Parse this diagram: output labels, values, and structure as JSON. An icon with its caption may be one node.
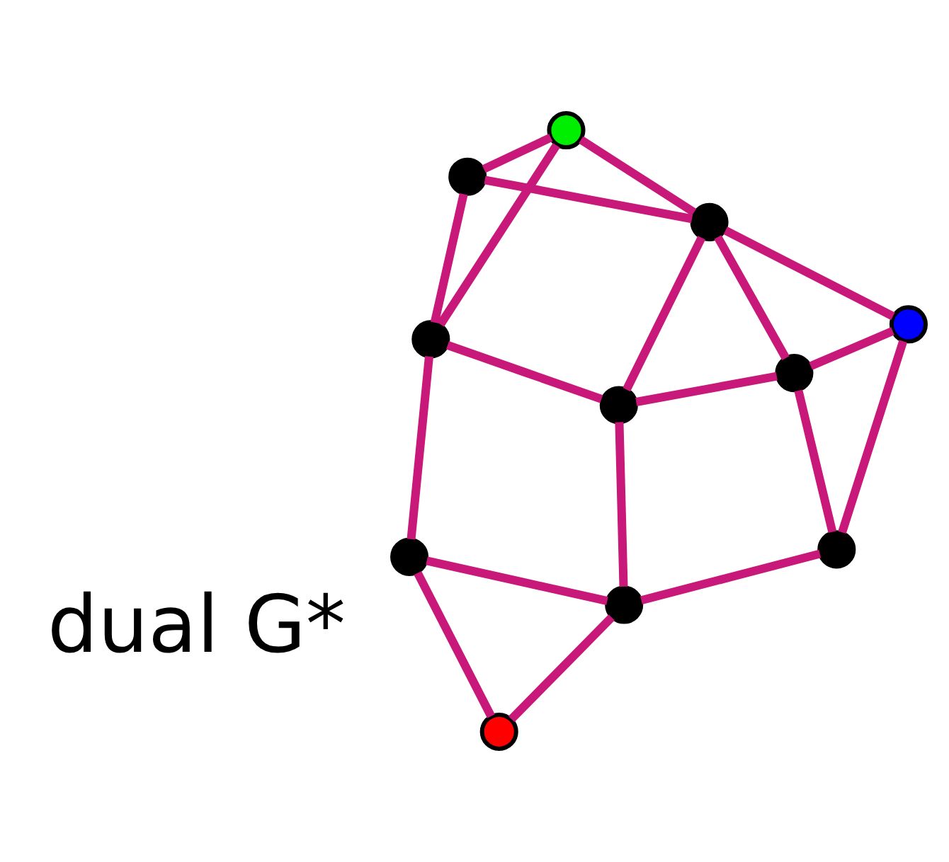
{
  "diagram": {
    "nodes": [
      {
        "text": [],
        "shape": "circle"
      },
      {
        "text": [],
        "shape": "circle"
      },
      {
        "text": [],
        "shape": "circle"
      },
      {
        "text": [],
        "shape": "circle"
      },
      {
        "text": [],
        "shape": "circle"
      },
      {
        "text": [],
        "shape": "circle"
      },
      {
        "text": [],
        "shape": "circle"
      },
      {
        "text": [],
        "shape": "circle"
      },
      {
        "text": [],
        "shape": "circle"
      },
      {
        "text": [],
        "shape": "circle"
      },
      {
        "text": [],
        "shape": "circle"
      }
    ],
    "edges": [
      {
        "from": 2,
        "to": 0,
        "arrow": "none"
      },
      {
        "from": 0,
        "to": 1,
        "arrow": "none"
      },
      {
        "from": 2,
        "to": 4,
        "arrow": "none"
      },
      {
        "from": 2,
        "to": 7,
        "arrow": "none"
      },
      {
        "from": 0,
        "to": 4,
        "arrow": "none"
      },
      {
        "from": 0,
        "to": 5,
        "arrow": "none"
      },
      {
        "from": 0,
        "to": 3,
        "arrow": "none"
      },
      {
        "from": 1,
        "to": 3,
        "arrow": "none"
      },
      {
        "from": 1,
        "to": 6,
        "arrow": "none"
      },
      {
        "from": 3,
        "to": 6,
        "arrow": "none"
      },
      {
        "from": 4,
        "to": 5,
        "arrow": "none"
      },
      {
        "from": 4,
        "to": 7,
        "arrow": "none"
      },
      {
        "from": 5,
        "to": 6,
        "arrow": "none"
      },
      {
        "from": 5,
        "to": 8,
        "arrow": "none"
      },
      {
        "from": 7,
        "to": 8,
        "arrow": "none"
      },
      {
        "from": 8,
        "to": 9,
        "arrow": "none"
      },
      {
        "from": 6,
        "to": 9,
        "arrow": "none"
      },
      {
        "from": 8,
        "to": 10,
        "arrow": "none"
      },
      {
        "from": 9,
        "to": 10,
        "arrow": "none"
      }
    ],
    "labels": [
      "dual G*"
    ]
  }
}
